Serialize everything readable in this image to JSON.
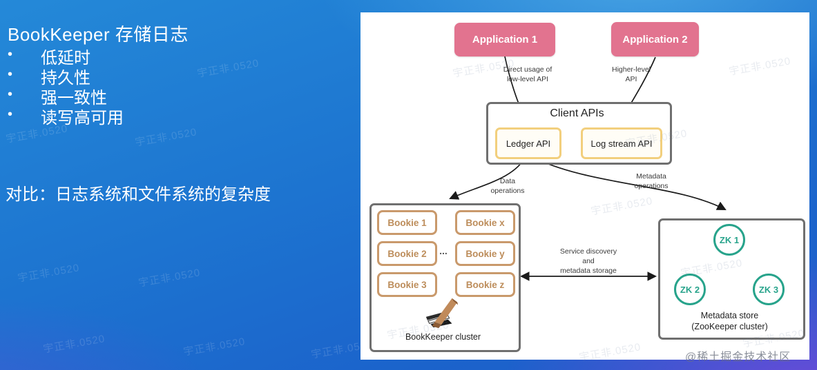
{
  "left_panel": {
    "title": "BookKeeper 存储日志",
    "bullet_char": "•",
    "bullets": [
      "低延时",
      "持久性",
      "强一致性",
      "读写高可用"
    ],
    "compare_line": "对比：日志系统和文件系统的复杂度"
  },
  "diagram": {
    "applications": [
      {
        "label": "Application 1"
      },
      {
        "label": "Application 2"
      }
    ],
    "client_apis": {
      "title": "Client APIs",
      "ledger": "Ledger API",
      "log_stream": "Log stream API"
    },
    "arrow_labels": {
      "direct_usage": "Direct usage of\nlow-level API",
      "higher_level": "Higher-level\nAPI",
      "data_ops": "Data\noperations",
      "metadata_ops": "Metadata\noperations",
      "service_discovery": "Service discovery\nand\nmetadata storage"
    },
    "bookkeeper": {
      "caption": "BookKeeper cluster",
      "bookies_left": [
        "Bookie 1",
        "Bookie 2",
        "Bookie 3"
      ],
      "bookies_right": [
        "Bookie x",
        "Bookie y",
        "Bookie z"
      ],
      "ellipsis": "..."
    },
    "zookeeper": {
      "nodes": [
        "ZK 1",
        "ZK 2",
        "ZK 3"
      ],
      "caption": "Metadata store\n(ZooKeeper cluster)"
    },
    "colors": {
      "app_pink": "#e2738f",
      "api_yellow": "#f2cf7d",
      "bookie_tan": "#c9996b",
      "zk_teal": "#27a38b",
      "box_gray": "#6f6f6f",
      "bg_blue": "#1d74d0",
      "bg_purple": "#7648da"
    }
  },
  "watermark": {
    "text": "宇正非.0520"
  },
  "credit": "@稀土掘金技术社区"
}
